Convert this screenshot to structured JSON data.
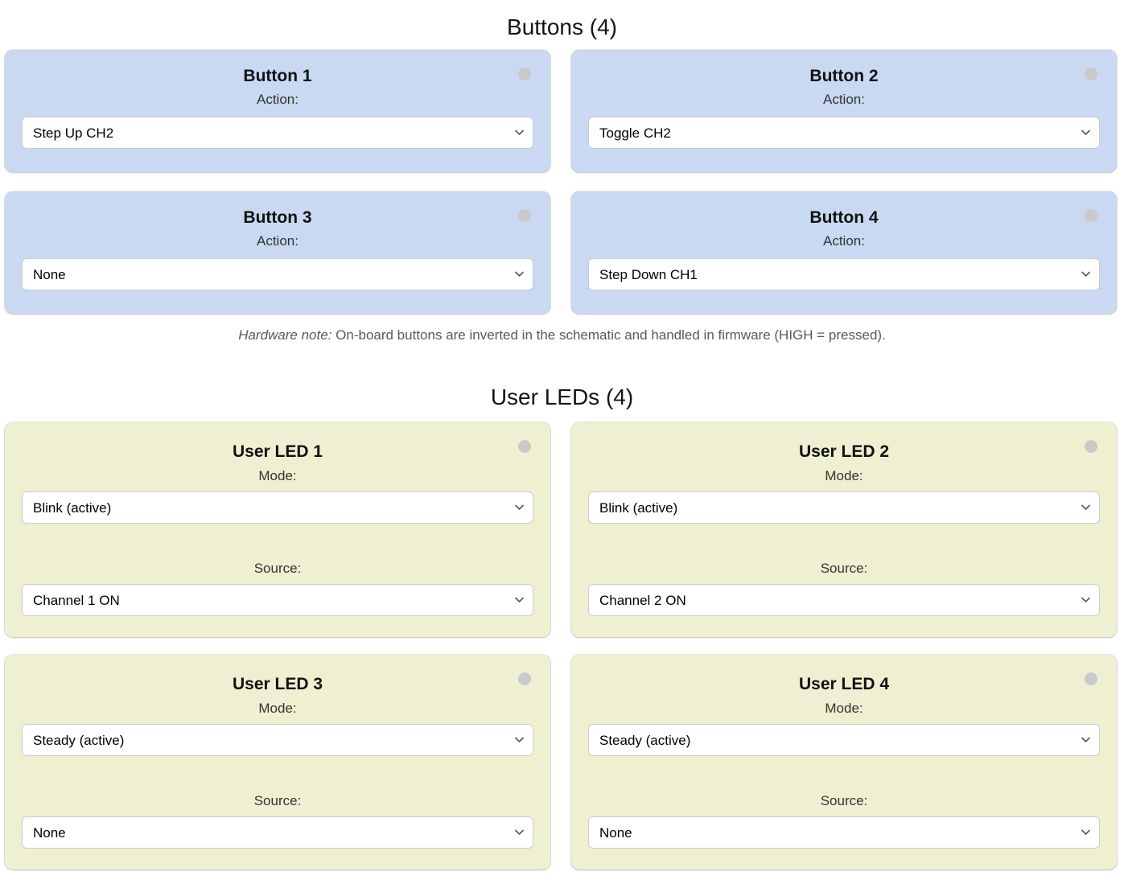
{
  "colors": {
    "button_card_bg": "#c8d9f1",
    "led_card_bg": "#eef0d1",
    "indicator_color": "#c9c9c9"
  },
  "buttons_section": {
    "heading": "Buttons (4)",
    "cards": [
      {
        "title": "Button 1",
        "label": "Action:",
        "value": "Step Up CH2"
      },
      {
        "title": "Button 2",
        "label": "Action:",
        "value": "Toggle CH2"
      },
      {
        "title": "Button 3",
        "label": "Action:",
        "value": "None"
      },
      {
        "title": "Button 4",
        "label": "Action:",
        "value": "Step Down CH1"
      }
    ],
    "note": {
      "prefix": "Hardware note:",
      "text": " On-board buttons are inverted in the schematic and handled in firmware (HIGH = pressed)."
    }
  },
  "leds_section": {
    "heading": "User LEDs (4)",
    "cards": [
      {
        "title": "User LED 1",
        "mode_label": "Mode:",
        "mode_value": "Blink (active)",
        "source_label": "Source:",
        "source_value": "Channel 1 ON"
      },
      {
        "title": "User LED 2",
        "mode_label": "Mode:",
        "mode_value": "Blink (active)",
        "source_label": "Source:",
        "source_value": "Channel 2 ON"
      },
      {
        "title": "User LED 3",
        "mode_label": "Mode:",
        "mode_value": "Steady (active)",
        "source_label": "Source:",
        "source_value": "None"
      },
      {
        "title": "User LED 4",
        "mode_label": "Mode:",
        "mode_value": "Steady (active)",
        "source_label": "Source:",
        "source_value": "None"
      }
    ]
  }
}
